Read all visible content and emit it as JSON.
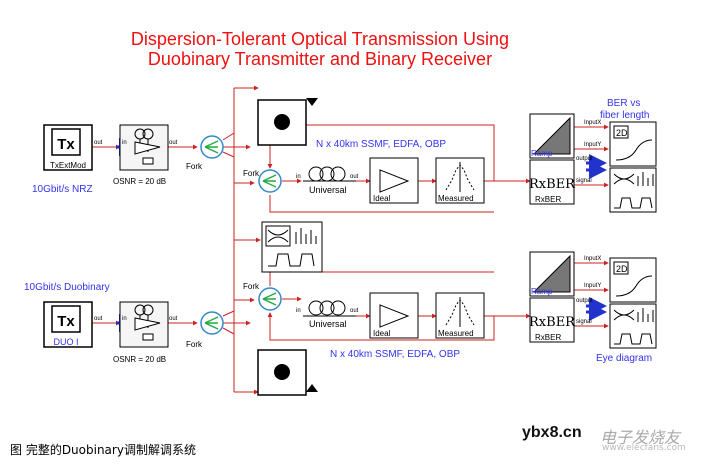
{
  "title_line1": "Dispersion-Tolerant Optical Transmission Using",
  "title_line2": "Duobinary Transmitter and Binary Receiver",
  "caption": "图  完整的Duobinary调制解调系统",
  "watermark": {
    "site": "ybx8.cn",
    "brand": "电子发烧友",
    "url": "www.elecfans.com"
  },
  "labels": {
    "tx_top": "TxExtMod",
    "tx_top_sub": "10Gbit/s NRZ",
    "tx_bottom": "DUO I",
    "tx_bottom_sub": "10Gbit/s Duobinary",
    "tx_glyph": "Tx",
    "osnr": "OSNR = 20 dB",
    "fork": "Fork",
    "port_in": "in",
    "port_out": "out",
    "universal": "Universal",
    "ideal": "Ideal",
    "measured": "Measured",
    "link_desc": "N x 40km SSMF, EDFA, OBP",
    "ramp": "Ramp",
    "rxber": "RxBER",
    "rx_glyph": "RxBER",
    "inputx": "InputX",
    "inputy": "InputY",
    "output": "output",
    "signal": "signal",
    "ber_title_1": "BER vs",
    "ber_title_2": "fiber length",
    "eye_diagram": "Eye diagram",
    "plot_2d": "2D"
  },
  "colors": {
    "title": "#ee1111",
    "accent_text": "#3333ee",
    "wire": "#cc2222",
    "port": "#3333cc"
  }
}
